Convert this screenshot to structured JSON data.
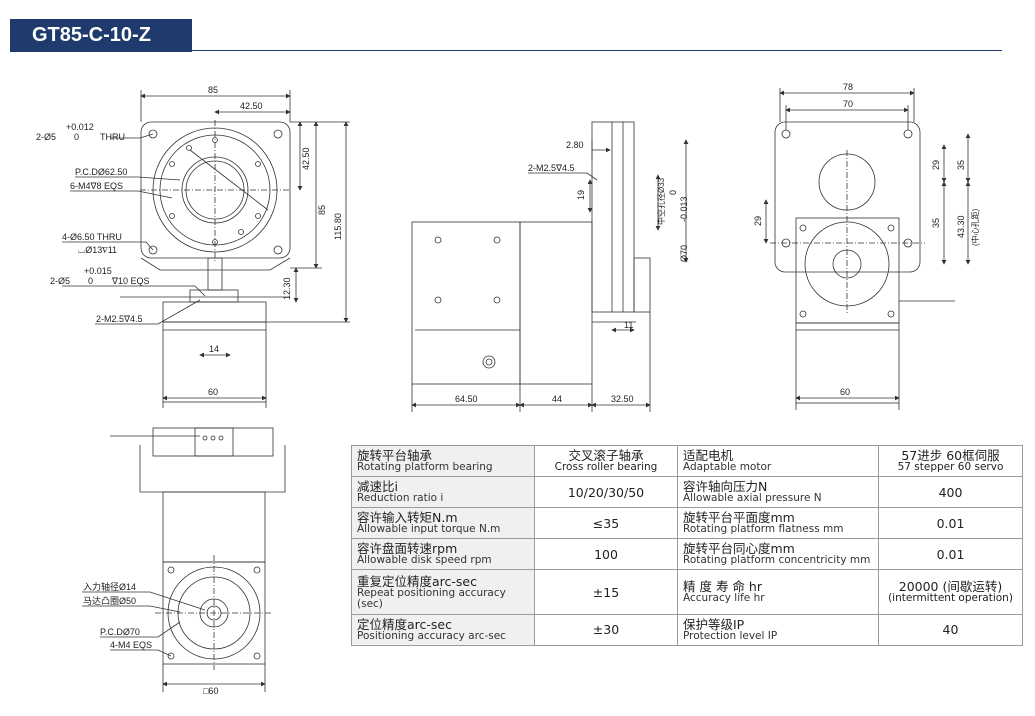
{
  "header": {
    "title": "GT85-C-10-Z"
  },
  "drawing": {
    "front": {
      "d85": "85",
      "d4250": "42.50",
      "d4250v": "42.50",
      "d85v": "85",
      "d11580": "115.80",
      "d1230": "12.30",
      "d14": "14",
      "d60": "60",
      "hole_a_tol": "+0.012",
      "hole_a": "2-Ø5",
      "hole_a_zero": "0",
      "hole_a_thru": "THRU",
      "pcd": "P.C.DØ62.50",
      "m4": "6-M4∇8 EQS",
      "thru650": "4-Ø6.50 THRU",
      "cb13": "⌴Ø13∇11",
      "hole_b_tol": "+0.015",
      "hole_b": "2-Ø5",
      "hole_b_zero": "0",
      "hole_b_depth": "∇10 EQS",
      "m25": "2-M2.5∇4.5"
    },
    "side": {
      "d280": "2.80",
      "m25": "2-M2.5∇4.5",
      "d19": "19",
      "d33": "中空孔径Ø33",
      "tol_zero": "0",
      "tol_neg": "-0.013",
      "d70": "Ø70",
      "d11": "11",
      "d6450": "64.50",
      "d44": "44",
      "d3250": "32.50"
    },
    "right": {
      "d78": "78",
      "d70": "70",
      "d29": "29",
      "d35": "35",
      "d29b": "29",
      "d35b": "35",
      "d4330": "43.30",
      "center_hole": "(中心孔距)",
      "d60": "60"
    },
    "bottom": {
      "input_shaft": "入力轴径Ø14",
      "motor_boss": "马达凸圈Ø50",
      "pcd70": "P.C.DØ70",
      "m4eqs": "4-M4 EQS",
      "sq60": "□60"
    }
  },
  "specs": {
    "rows": [
      {
        "l_cn": "旋转平台轴承",
        "l_en": "Rotating platform bearing",
        "v1_cn": "交叉滚子轴承",
        "v1_en": "Cross roller bearing",
        "r_cn": "适配电机",
        "r_en": "Adaptable motor",
        "v2_cn": "57进步 60框伺服",
        "v2_en": "57 stepper 60 servo"
      },
      {
        "l_cn": "减速比i",
        "l_en": "Reduction ratio i",
        "v1_cn": "10/20/30/50",
        "v1_en": "",
        "r_cn": "容许轴向压力N",
        "r_en": "Allowable axial pressure N",
        "v2_cn": "400",
        "v2_en": ""
      },
      {
        "l_cn": "容许输入转矩N.m",
        "l_en": "Allowable input torque N.m",
        "v1_cn": "≤35",
        "v1_en": "",
        "r_cn": "旋转平台平面度mm",
        "r_en": "Rotating platform flatness mm",
        "v2_cn": "0.01",
        "v2_en": ""
      },
      {
        "l_cn": "容许盘面转速rpm",
        "l_en": "Allowable disk speed rpm",
        "v1_cn": "100",
        "v1_en": "",
        "r_cn": "旋转平台同心度mm",
        "r_en": "Rotating platform concentricity mm",
        "v2_cn": "0.01",
        "v2_en": ""
      },
      {
        "l_cn": "重复定位精度arc-sec",
        "l_en": "Repeat positioning accuracy (sec)",
        "v1_cn": "±15",
        "v1_en": "",
        "r_cn": "精 度 寿 命 hr",
        "r_en": "Accuracy life hr",
        "v2_cn": "20000 (间歇运转)",
        "v2_en": "(intermittent operation)"
      },
      {
        "l_cn": "定位精度arc-sec",
        "l_en": "Positioning accuracy arc-sec",
        "v1_cn": "±30",
        "v1_en": "",
        "r_cn": "保护等级IP",
        "r_en": "Protection level IP",
        "v2_cn": "40",
        "v2_en": ""
      }
    ]
  }
}
